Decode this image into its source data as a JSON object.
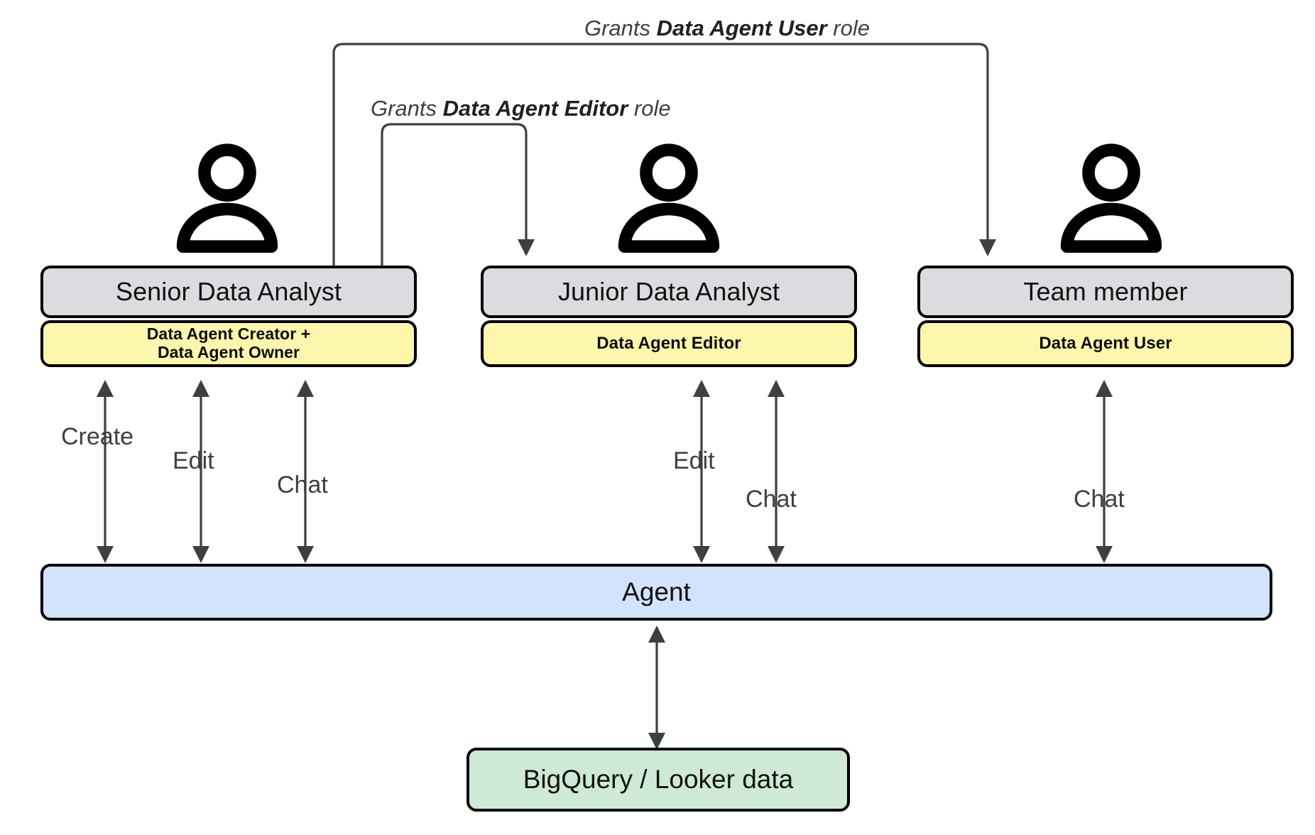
{
  "diagram": {
    "title": "Data Agent role and permission flow",
    "colors": {
      "card_header_bg": "#dadce0",
      "badge_bg": "#fdf6ad",
      "agent_bg": "#d2e3fc",
      "data_bg": "#ceead6",
      "stroke": "#000000",
      "connector": "#3c4043",
      "label_text": "#3c4043"
    },
    "grants": [
      {
        "id": "grant-data-agent-user",
        "prefix": "Grants ",
        "role": "Data Agent User",
        "suffix": " role",
        "from": "Senior Data Analyst",
        "to": "Team member"
      },
      {
        "id": "grant-data-agent-editor",
        "prefix": "Grants ",
        "role": "Data Agent Editor",
        "suffix": " role",
        "from": "Senior Data Analyst",
        "to": "Junior Data Analyst"
      }
    ],
    "personas": [
      {
        "id": "senior-data-analyst",
        "title": "Senior Data Analyst",
        "badge_lines": [
          "Data Agent Creator +",
          "Data Agent Owner"
        ],
        "badge_text": "Data Agent Creator + Data Agent Owner",
        "icon": "person-icon",
        "actions": [
          "Create",
          "Edit",
          "Chat"
        ]
      },
      {
        "id": "junior-data-analyst",
        "title": "Junior Data Analyst",
        "badge_lines": [
          "Data Agent Editor"
        ],
        "badge_text": "Data Agent Editor",
        "icon": "person-icon",
        "actions": [
          "Edit",
          "Chat"
        ]
      },
      {
        "id": "team-member",
        "title": "Team member",
        "badge_lines": [
          "Data Agent User"
        ],
        "badge_text": "Data Agent User",
        "icon": "person-icon",
        "actions": [
          "Chat"
        ]
      }
    ],
    "edge_labels": {
      "senior_create": "Create",
      "senior_edit": "Edit",
      "senior_chat": "Chat",
      "junior_edit": "Edit",
      "junior_chat": "Chat",
      "team_chat": "Chat"
    },
    "agent": {
      "label": "Agent"
    },
    "datasource": {
      "label": "BigQuery / Looker data"
    }
  }
}
